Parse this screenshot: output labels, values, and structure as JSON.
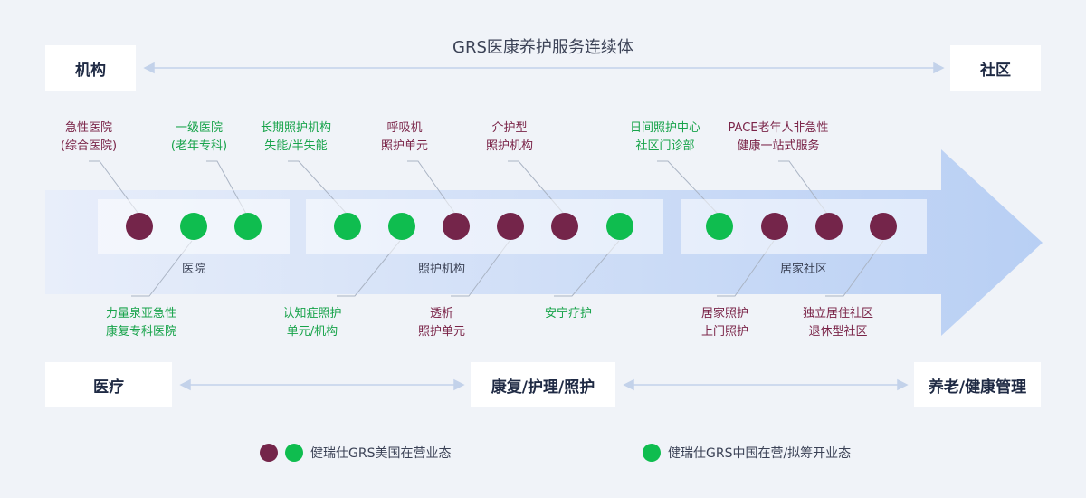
{
  "title": "GRS医康养护服务连续体",
  "top_left_box": "机构",
  "top_right_box": "社区",
  "bottom_boxes": {
    "left": "医疗",
    "middle": "康复/护理/照护",
    "right": "养老/健康管理"
  },
  "panels": {
    "hospital": "医院",
    "care": "照护机构",
    "community": "居家社区"
  },
  "top_labels": [
    {
      "line1": "急性医院",
      "line2": "(综合医院)",
      "color": "maroon"
    },
    {
      "line1": "一级医院",
      "line2": "(老年专科)",
      "color": "green"
    },
    {
      "line1": "长期照护机构",
      "line2": "失能/半失能",
      "color": "green"
    },
    {
      "line1": "呼吸机",
      "line2": "照护单元",
      "color": "maroon"
    },
    {
      "line1": "介护型",
      "line2": "照护机构",
      "color": "maroon"
    },
    {
      "line1": "日间照护中心",
      "line2": "社区门诊部",
      "color": "green"
    },
    {
      "line1": "PACE老年人非急性",
      "line2": "健康一站式服务",
      "color": "maroon"
    }
  ],
  "bottom_labels": [
    {
      "line1": "力量泉亚急性",
      "line2": "康复专科医院",
      "color": "green"
    },
    {
      "line1": "认知症照护",
      "line2": "单元/机构",
      "color": "green"
    },
    {
      "line1": "透析",
      "line2": "照护单元",
      "color": "maroon"
    },
    {
      "line1": "安宁疗护",
      "line2": "",
      "color": "green"
    },
    {
      "line1": "居家照护",
      "line2": "上门照护",
      "color": "maroon"
    },
    {
      "line1": "独立居住社区",
      "line2": "退休型社区",
      "color": "maroon"
    }
  ],
  "dots": [
    {
      "type": "maroon"
    },
    {
      "type": "green"
    },
    {
      "type": "green"
    },
    {
      "type": "green"
    },
    {
      "type": "green"
    },
    {
      "type": "maroon"
    },
    {
      "type": "maroon"
    },
    {
      "type": "maroon"
    },
    {
      "type": "green"
    },
    {
      "type": "green"
    },
    {
      "type": "maroon"
    },
    {
      "type": "maroon"
    },
    {
      "type": "maroon"
    }
  ],
  "legend": {
    "us": "健瑞仕GRS美国在营业态",
    "cn": "健瑞仕GRS中国在营/拟筹开业态"
  },
  "colors": {
    "maroon": "#74254a",
    "green": "#0fbd4f",
    "arrow_light": "#e4edfb",
    "arrow_dark": "#b9d0f5"
  }
}
